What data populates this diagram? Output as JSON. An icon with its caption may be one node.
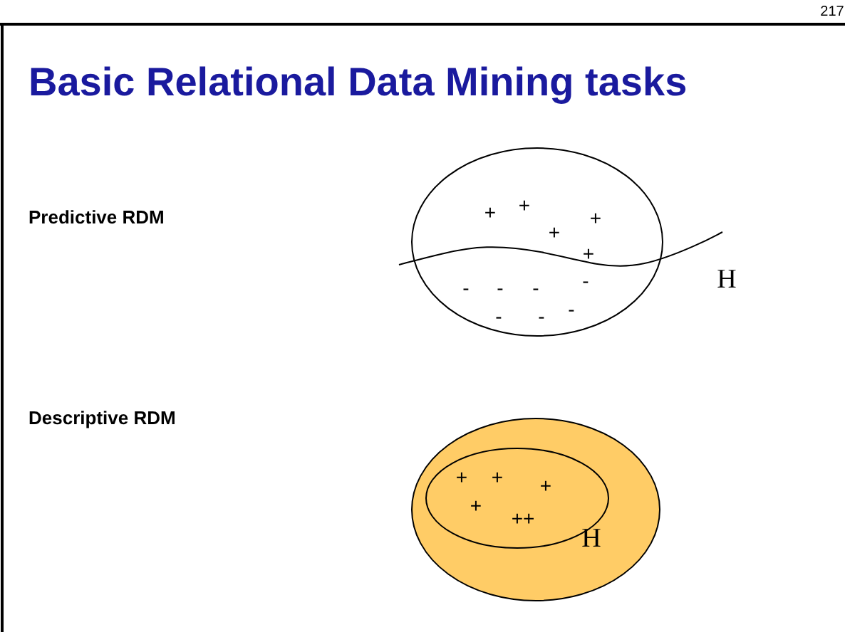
{
  "diagram": {
    "title": "Basic Relational Data Mining tasks",
    "labels": [
      "217",
      "Predictive RDM",
      "+",
      "+",
      "+",
      "+",
      "+",
      "H",
      "-",
      "-",
      "-",
      "-",
      "-",
      "-",
      "-",
      "Descriptive RDM",
      "+",
      "+",
      "+",
      "+",
      "++",
      "H"
    ]
  }
}
